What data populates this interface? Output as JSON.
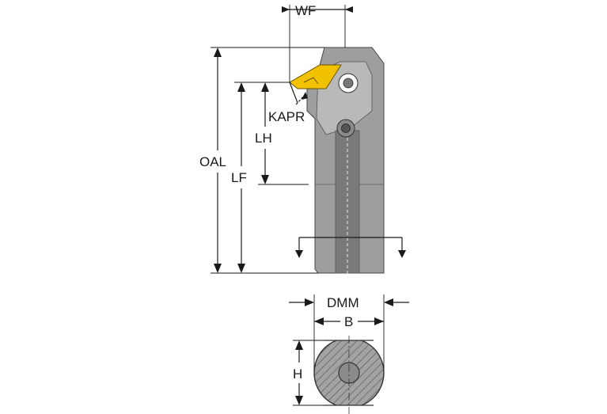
{
  "diagram": {
    "dimensions": {
      "wf": "WF",
      "kapr": "KAPR",
      "oal": "OAL",
      "lh": "LH",
      "lf": "LF",
      "dmm": "DMM",
      "b": "B",
      "h": "H"
    },
    "colors": {
      "insert": "#f2c200",
      "body": "#9e9e9e",
      "body_dark": "#6f6f6f",
      "line": "#1a1a1a"
    }
  }
}
